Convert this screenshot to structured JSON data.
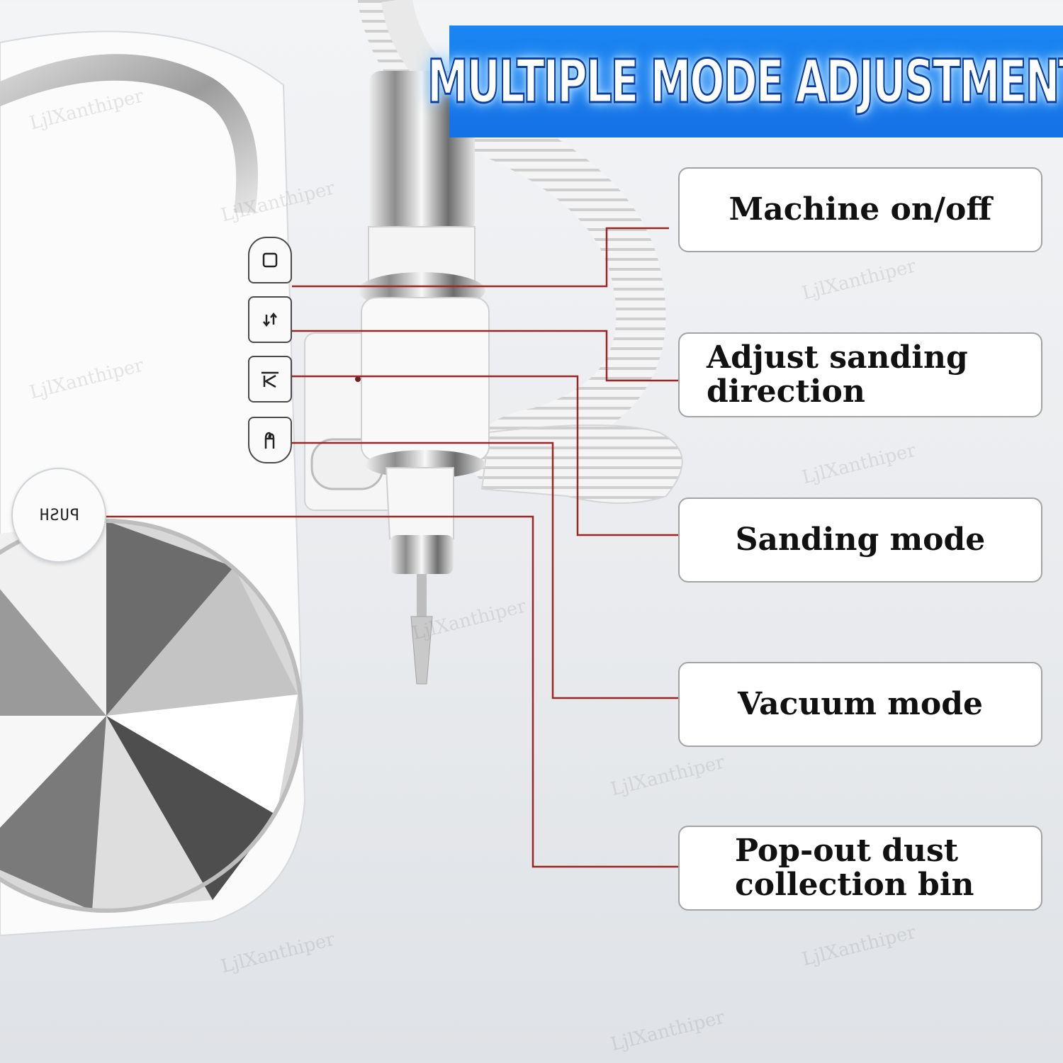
{
  "banner": {
    "title": "MULTIPLE MODE ADJUSTMENT"
  },
  "callouts": [
    {
      "lines": [
        "Machine on/off"
      ]
    },
    {
      "lines": [
        "Adjust sanding",
        "direction"
      ]
    },
    {
      "lines": [
        "Sanding mode"
      ]
    },
    {
      "lines": [
        "Vacuum mode"
      ]
    },
    {
      "lines": [
        "Pop-out dust",
        "collection bin"
      ]
    }
  ],
  "device": {
    "push_label": "PUSH"
  },
  "watermark": "LjlXanthiper",
  "colors": {
    "banner": "#1670e6",
    "leader_line": "#9b2626",
    "callout_border": "#a3a3a3"
  },
  "icons": [
    "power-square-icon",
    "rotate-arrows-icon",
    "direction-arrow-icon",
    "vacuum-fan-icon"
  ]
}
